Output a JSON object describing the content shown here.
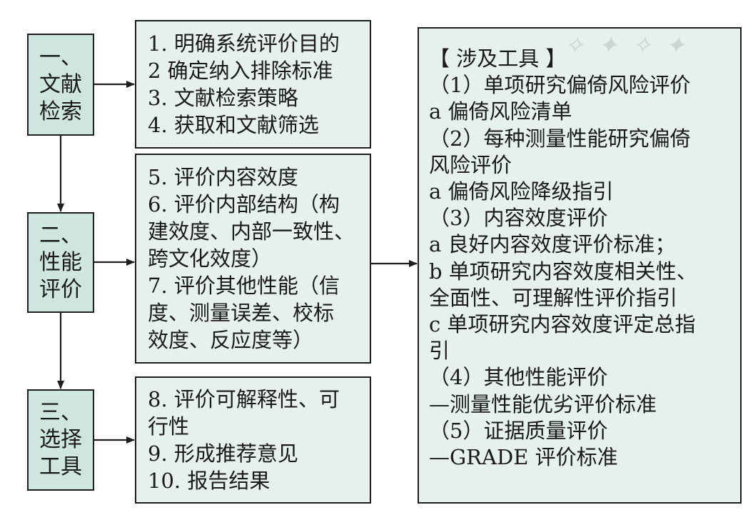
{
  "stages": [
    {
      "lines": [
        "一、",
        "文献",
        "检索"
      ]
    },
    {
      "lines": [
        "二、",
        "性能",
        "评价"
      ]
    },
    {
      "lines": [
        "三、",
        "选择",
        "工具"
      ]
    }
  ],
  "steps": [
    {
      "lines": [
        "1. 明确系统评价目的",
        "2 确定纳入排除标准",
        "3. 文献检索策略",
        "4. 获取和文献筛选"
      ]
    },
    {
      "lines": [
        "5. 评价内容效度",
        "6. 评价内部结构（构",
        "建效度、内部一致性、",
        "跨文化效度）",
        "7. 评价其他性能（信",
        "度、测量误差、校标",
        "效度、反应度等）"
      ]
    },
    {
      "lines": [
        "8. 评价可解释性、可",
        "行性",
        "9. 形成推荐意见",
        "10. 报告结果"
      ]
    }
  ],
  "tools": {
    "lines": [
      "【 涉及工具 】",
      "（1）单项研究偏倚风险评价",
      "a 偏倚风险清单",
      "（2）每种测量性能研究偏倚",
      "风险评价",
      "a 偏倚风险降级指引",
      "（3）内容效度评价",
      "a 良好内容效度评价标准；",
      "b 单项研究内容效度相关性、",
      "全面性、可理解性评价指引",
      "c 单项研究内容效度评定总指",
      "引",
      "（4）其他性能评价",
      "—测量性能优劣评价标准",
      "（5）证据质量评价",
      "—GRADE 评价标准"
    ]
  },
  "colors": {
    "stage_fill": "#cfe5df",
    "step_fill": "#e6f1ed",
    "border": "#1e1e1e"
  }
}
